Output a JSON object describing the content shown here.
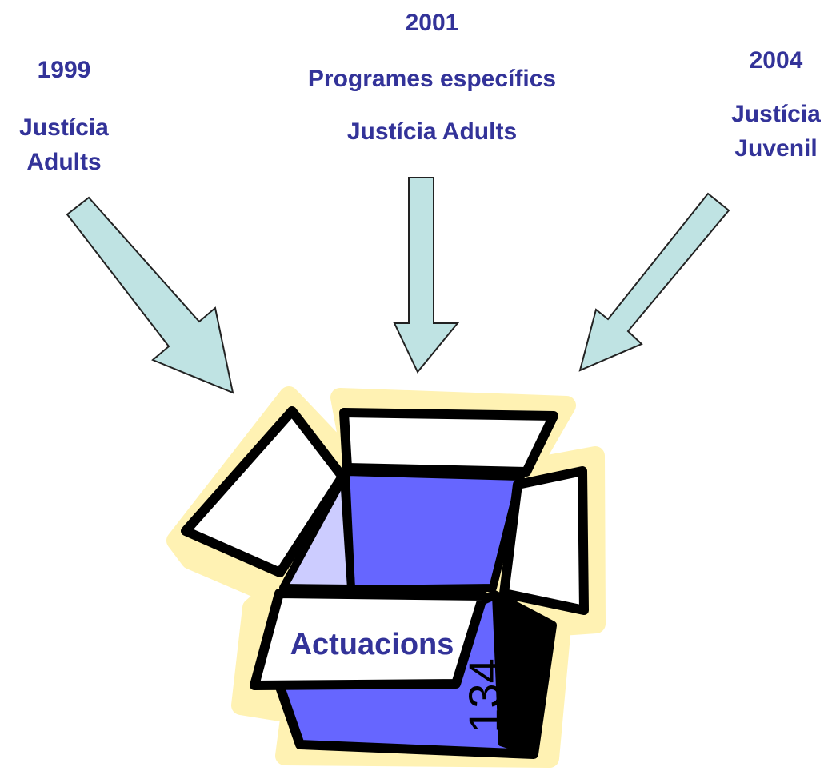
{
  "sources": [
    {
      "year": "1999",
      "lines": [
        "Justícia",
        "Adults"
      ]
    },
    {
      "year": "2001",
      "lines": [
        "Programes específics",
        "Justícia Adults"
      ]
    },
    {
      "year": "2004",
      "lines": [
        "Justícia",
        "Juvenil"
      ]
    }
  ],
  "box": {
    "label": "Actuacions",
    "number": "134"
  },
  "colors": {
    "text": "#333399",
    "arrow_fill": "#bfe3e3",
    "arrow_stroke": "#222222",
    "box_blue": "#6666ff",
    "box_light": "#ccccff",
    "box_glow": "#fff2b3",
    "outline": "#000000"
  }
}
